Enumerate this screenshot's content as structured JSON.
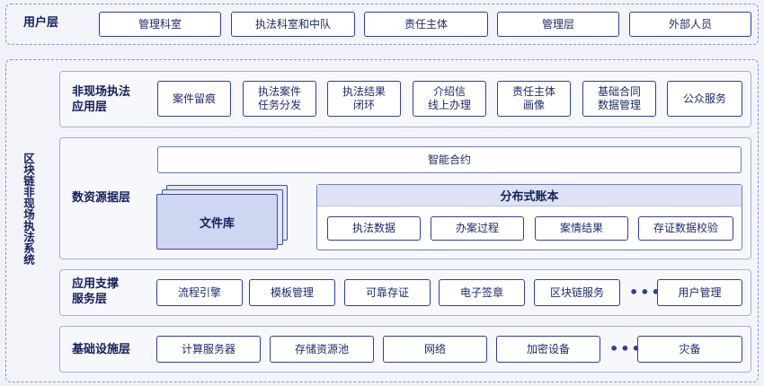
{
  "user_layer": {
    "label": "用户层",
    "items": [
      "管理科室",
      "执法科室和中队",
      "责任主体",
      "管理层",
      "外部人员"
    ]
  },
  "system_title": "区块链非现场执法系统",
  "app_layer": {
    "label": "非现场执法\n应用层",
    "items": [
      "案件留痕",
      "执法案件\n任务分发",
      "执法结果\n闭环",
      "介绍信\n线上办理",
      "责任主体\n画像",
      "基础合同\n数据管理",
      "公众服务"
    ]
  },
  "data_layer": {
    "label": "数资源据层",
    "smart_contract": "智能合约",
    "file_library": "文件库",
    "ledger": {
      "title": "分布式账本",
      "items": [
        "执法数据",
        "办案过程",
        "案情结果",
        "存证数据校验"
      ]
    }
  },
  "support_layer": {
    "label": "应用支撑\n服务层",
    "items": [
      "流程引擎",
      "模板管理",
      "可靠存证",
      "电子签章",
      "区块链服务"
    ],
    "ellipsis": "•••",
    "last_item": "用户管理"
  },
  "infra_layer": {
    "label": "基础设施层",
    "items": [
      "计算服务器",
      "存储资源池",
      "网络",
      "加密设备"
    ],
    "ellipsis": "•••",
    "last_item": "灾备"
  },
  "colors": {
    "primary_border": "#2f3f9e",
    "panel_border": "#a7aedb",
    "accent_fill": "#cfd6f2",
    "background": "#f0f2f8"
  }
}
